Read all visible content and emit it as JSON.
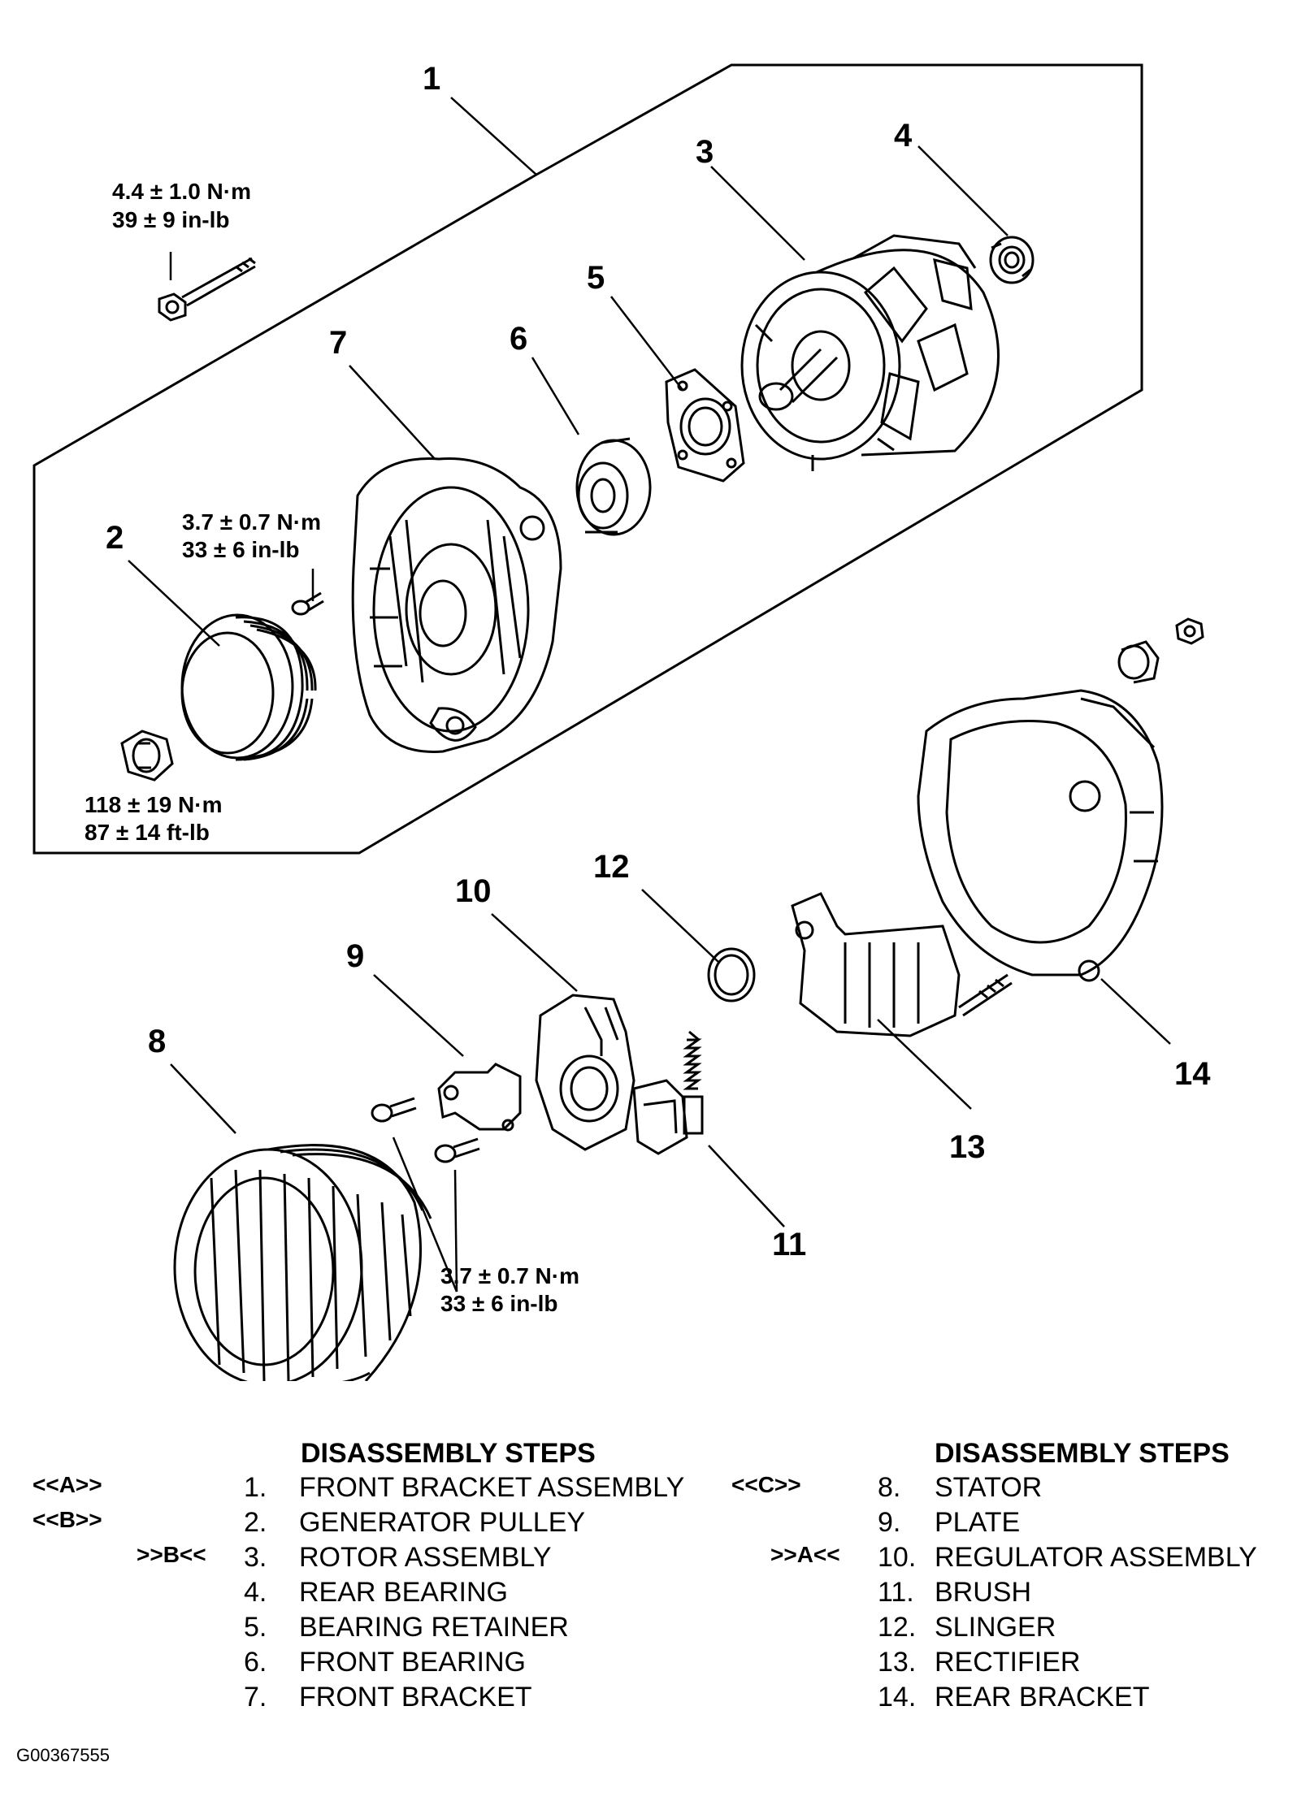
{
  "callouts": [
    "1",
    "2",
    "3",
    "4",
    "5",
    "6",
    "7",
    "8",
    "9",
    "10",
    "11",
    "12",
    "13",
    "14"
  ],
  "torque": {
    "bolt": {
      "nm": "4.4 ± 1.0  N·m",
      "imp": "39 ± 9 in-lb"
    },
    "screw_a": {
      "nm": "3.7 ± 0.7 N·m",
      "imp": "33 ± 6 in-lb"
    },
    "nut": {
      "nm": "118 ± 19 N·m",
      "imp": "87 ± 14 ft-lb"
    },
    "screw_b": {
      "nm": "3.7 ± 0.7 N·m",
      "imp": "33 ± 6 in-lb"
    }
  },
  "steps_left": {
    "header": "DISASSEMBLY STEPS",
    "items": [
      {
        "mark": "<<A>>",
        "num": "1.",
        "label": "FRONT BRACKET ASSEMBLY"
      },
      {
        "mark": "<<B>>",
        "num": "2.",
        "label": "GENERATOR PULLEY"
      },
      {
        "mark": ">>B<<",
        "num": "3.",
        "label": "ROTOR ASSEMBLY"
      },
      {
        "mark": "",
        "num": "4.",
        "label": "REAR BEARING"
      },
      {
        "mark": "",
        "num": "5.",
        "label": "BEARING RETAINER"
      },
      {
        "mark": "",
        "num": "6.",
        "label": "FRONT BEARING"
      },
      {
        "mark": "",
        "num": "7.",
        "label": "FRONT BRACKET"
      }
    ]
  },
  "steps_right": {
    "header": "DISASSEMBLY STEPS",
    "items": [
      {
        "mark": "<<C>>",
        "num": "8.",
        "label": "STATOR"
      },
      {
        "mark": "",
        "num": "9.",
        "label": "PLATE"
      },
      {
        "mark": ">>A<<",
        "num": "10.",
        "label": "REGULATOR ASSEMBLY"
      },
      {
        "mark": "",
        "num": "11.",
        "label": "BRUSH"
      },
      {
        "mark": "",
        "num": "12.",
        "label": "SLINGER"
      },
      {
        "mark": "",
        "num": "13.",
        "label": "RECTIFIER"
      },
      {
        "mark": "",
        "num": "14.",
        "label": "REAR BRACKET"
      }
    ]
  },
  "figure_id": "G00367555"
}
